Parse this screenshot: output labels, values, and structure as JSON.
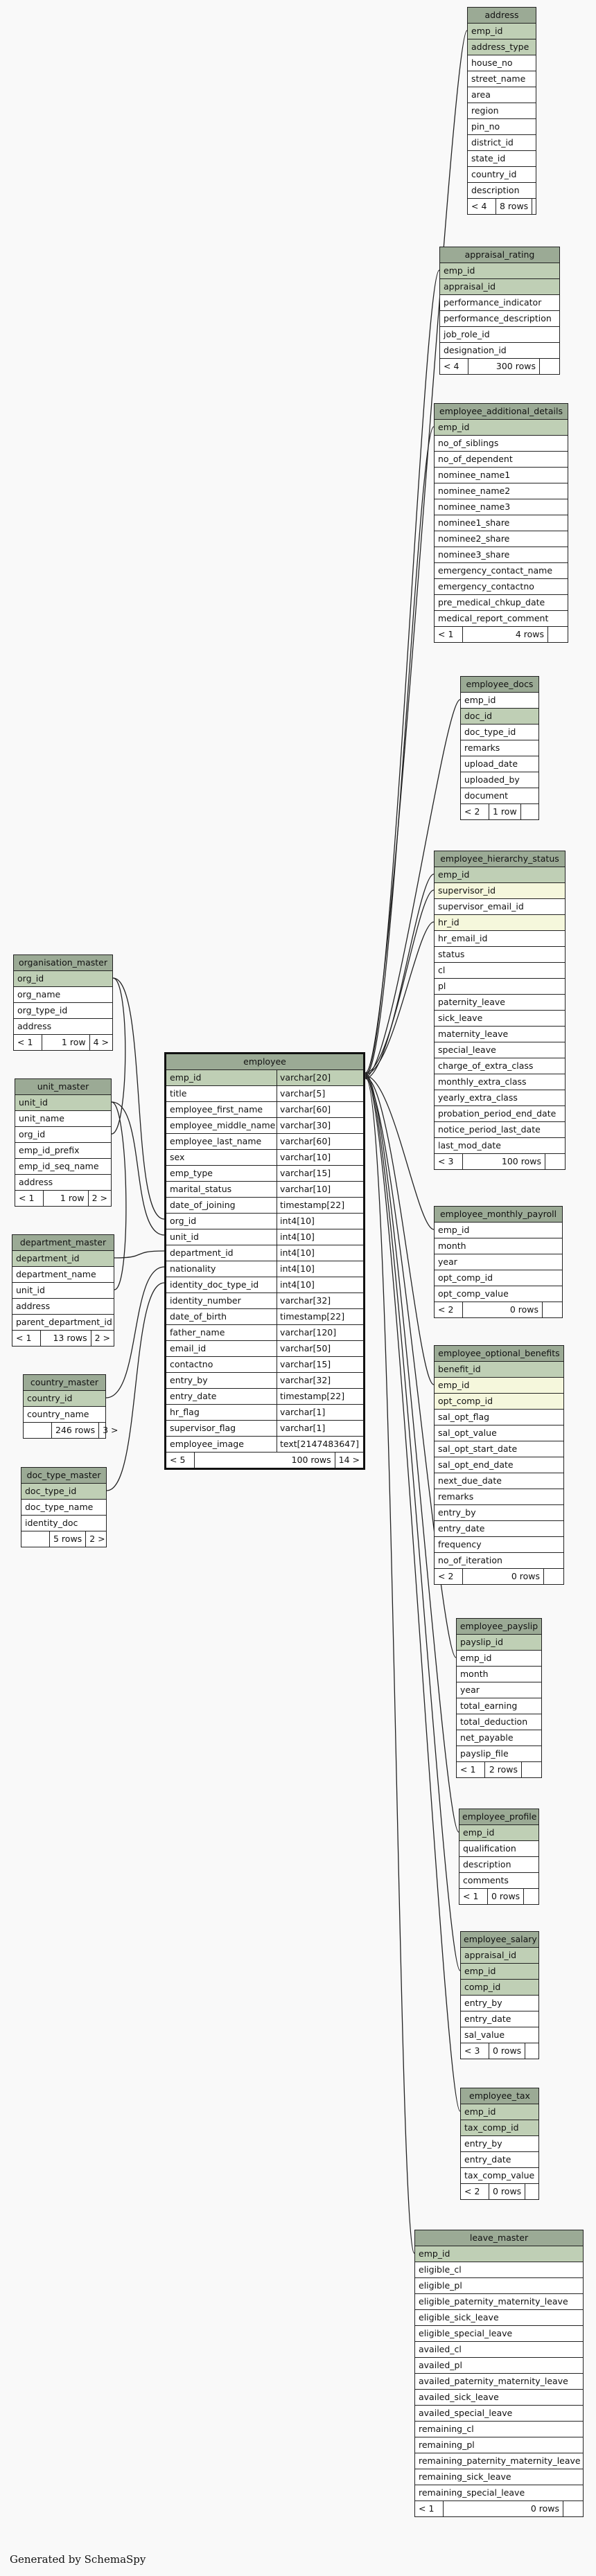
{
  "generated_by": "Generated by SchemaSpy",
  "tables": [
    {
      "id": "address",
      "name": "address",
      "columns": [
        {
          "n": "emp_id",
          "k": "pk"
        },
        {
          "n": "address_type",
          "k": "pk"
        },
        {
          "n": "house_no"
        },
        {
          "n": "street_name"
        },
        {
          "n": "area"
        },
        {
          "n": "region"
        },
        {
          "n": "pin_no"
        },
        {
          "n": "district_id"
        },
        {
          "n": "state_id"
        },
        {
          "n": "country_id"
        },
        {
          "n": "description"
        }
      ],
      "footer": [
        "< 4",
        "8 rows",
        ""
      ]
    },
    {
      "id": "appraisal_rating",
      "name": "appraisal_rating",
      "columns": [
        {
          "n": "emp_id",
          "k": "pk"
        },
        {
          "n": "appraisal_id",
          "k": "pk"
        },
        {
          "n": "performance_indicator"
        },
        {
          "n": "performance_description"
        },
        {
          "n": "job_role_id"
        },
        {
          "n": "designation_id"
        }
      ],
      "footer": [
        "< 4",
        "300 rows",
        ""
      ]
    },
    {
      "id": "employee_additional_details",
      "name": "employee_additional_details",
      "columns": [
        {
          "n": "emp_id",
          "k": "pk"
        },
        {
          "n": "no_of_siblings"
        },
        {
          "n": "no_of_dependent"
        },
        {
          "n": "nominee_name1"
        },
        {
          "n": "nominee_name2"
        },
        {
          "n": "nominee_name3"
        },
        {
          "n": "nominee1_share"
        },
        {
          "n": "nominee2_share"
        },
        {
          "n": "nominee3_share"
        },
        {
          "n": "emergency_contact_name"
        },
        {
          "n": "emergency_contactno"
        },
        {
          "n": "pre_medical_chkup_date"
        },
        {
          "n": "medical_report_comment"
        }
      ],
      "footer": [
        "< 1",
        "4 rows",
        ""
      ]
    },
    {
      "id": "employee_docs",
      "name": "employee_docs",
      "columns": [
        {
          "n": "emp_id"
        },
        {
          "n": "doc_id",
          "k": "pk"
        },
        {
          "n": "doc_type_id"
        },
        {
          "n": "remarks"
        },
        {
          "n": "upload_date"
        },
        {
          "n": "uploaded_by"
        },
        {
          "n": "document"
        }
      ],
      "footer": [
        "< 2",
        "1 row",
        ""
      ]
    },
    {
      "id": "employee_hierarchy_status",
      "name": "employee_hierarchy_status",
      "columns": [
        {
          "n": "emp_id",
          "k": "pk"
        },
        {
          "n": "supervisor_id",
          "k": "fk"
        },
        {
          "n": "supervisor_email_id"
        },
        {
          "n": "hr_id",
          "k": "fk"
        },
        {
          "n": "hr_email_id"
        },
        {
          "n": "status"
        },
        {
          "n": "cl"
        },
        {
          "n": "pl"
        },
        {
          "n": "paternity_leave"
        },
        {
          "n": "sick_leave"
        },
        {
          "n": "maternity_leave"
        },
        {
          "n": "special_leave"
        },
        {
          "n": "charge_of_extra_class"
        },
        {
          "n": "monthly_extra_class"
        },
        {
          "n": "yearly_extra_class"
        },
        {
          "n": "probation_period_end_date"
        },
        {
          "n": "notice_period_last_date"
        },
        {
          "n": "last_mod_date"
        }
      ],
      "footer": [
        "< 3",
        "100 rows",
        ""
      ]
    },
    {
      "id": "employee_monthly_payroll",
      "name": "employee_monthly_payroll",
      "columns": [
        {
          "n": "emp_id"
        },
        {
          "n": "month"
        },
        {
          "n": "year"
        },
        {
          "n": "opt_comp_id"
        },
        {
          "n": "opt_comp_value"
        }
      ],
      "footer": [
        "< 2",
        "0 rows",
        ""
      ]
    },
    {
      "id": "employee_optional_benefits",
      "name": "employee_optional_benefits",
      "columns": [
        {
          "n": "benefit_id",
          "k": "pk"
        },
        {
          "n": "emp_id",
          "k": "fk"
        },
        {
          "n": "opt_comp_id",
          "k": "fk"
        },
        {
          "n": "sal_opt_flag"
        },
        {
          "n": "sal_opt_value"
        },
        {
          "n": "sal_opt_start_date"
        },
        {
          "n": "sal_opt_end_date"
        },
        {
          "n": "next_due_date"
        },
        {
          "n": "remarks"
        },
        {
          "n": "entry_by"
        },
        {
          "n": "entry_date"
        },
        {
          "n": "frequency"
        },
        {
          "n": "no_of_iteration"
        }
      ],
      "footer": [
        "< 2",
        "0 rows",
        ""
      ]
    },
    {
      "id": "employee_payslip",
      "name": "employee_payslip",
      "columns": [
        {
          "n": "payslip_id",
          "k": "pk"
        },
        {
          "n": "emp_id"
        },
        {
          "n": "month"
        },
        {
          "n": "year"
        },
        {
          "n": "total_earning"
        },
        {
          "n": "total_deduction"
        },
        {
          "n": "net_payable"
        },
        {
          "n": "payslip_file"
        }
      ],
      "footer": [
        "< 1",
        "2 rows",
        ""
      ]
    },
    {
      "id": "employee_profile",
      "name": "employee_profile",
      "columns": [
        {
          "n": "emp_id",
          "k": "pk"
        },
        {
          "n": "qualification"
        },
        {
          "n": "description"
        },
        {
          "n": "comments"
        }
      ],
      "footer": [
        "< 1",
        "0 rows",
        ""
      ]
    },
    {
      "id": "employee_salary",
      "name": "employee_salary",
      "columns": [
        {
          "n": "appraisal_id",
          "k": "pk"
        },
        {
          "n": "emp_id",
          "k": "pk"
        },
        {
          "n": "comp_id",
          "k": "pk"
        },
        {
          "n": "entry_by"
        },
        {
          "n": "entry_date"
        },
        {
          "n": "sal_value"
        }
      ],
      "footer": [
        "< 3",
        "0 rows",
        ""
      ]
    },
    {
      "id": "employee_tax",
      "name": "employee_tax",
      "columns": [
        {
          "n": "emp_id",
          "k": "pk"
        },
        {
          "n": "tax_comp_id",
          "k": "pk"
        },
        {
          "n": "entry_by"
        },
        {
          "n": "entry_date"
        },
        {
          "n": "tax_comp_value"
        }
      ],
      "footer": [
        "< 2",
        "0 rows",
        ""
      ]
    },
    {
      "id": "leave_master",
      "name": "leave_master",
      "columns": [
        {
          "n": "emp_id",
          "k": "pk"
        },
        {
          "n": "eligible_cl"
        },
        {
          "n": "eligible_pl"
        },
        {
          "n": "eligible_paternity_maternity_leave"
        },
        {
          "n": "eligible_sick_leave"
        },
        {
          "n": "eligible_special_leave"
        },
        {
          "n": "availed_cl"
        },
        {
          "n": "availed_pl"
        },
        {
          "n": "availed_paternity_maternity_leave"
        },
        {
          "n": "availed_sick_leave"
        },
        {
          "n": "availed_special_leave"
        },
        {
          "n": "remaining_cl"
        },
        {
          "n": "remaining_pl"
        },
        {
          "n": "remaining_paternity_maternity_leave"
        },
        {
          "n": "remaining_sick_leave"
        },
        {
          "n": "remaining_special_leave"
        }
      ],
      "footer": [
        "< 1",
        "0 rows",
        ""
      ]
    },
    {
      "id": "employee",
      "name": "employee",
      "columns": [
        {
          "n": "emp_id",
          "k": "pk",
          "t": "varchar[20]"
        },
        {
          "n": "title",
          "t": "varchar[5]"
        },
        {
          "n": "employee_first_name",
          "t": "varchar[60]"
        },
        {
          "n": "employee_middle_name",
          "t": "varchar[30]"
        },
        {
          "n": "employee_last_name",
          "t": "varchar[60]"
        },
        {
          "n": "sex",
          "t": "varchar[10]"
        },
        {
          "n": "emp_type",
          "t": "varchar[15]"
        },
        {
          "n": "marital_status",
          "t": "varchar[10]"
        },
        {
          "n": "date_of_joining",
          "t": "timestamp[22]"
        },
        {
          "n": "org_id",
          "t": "int4[10]"
        },
        {
          "n": "unit_id",
          "t": "int4[10]"
        },
        {
          "n": "department_id",
          "t": "int4[10]"
        },
        {
          "n": "nationality",
          "t": "int4[10]"
        },
        {
          "n": "identity_doc_type_id",
          "t": "int4[10]"
        },
        {
          "n": "identity_number",
          "t": "varchar[32]"
        },
        {
          "n": "date_of_birth",
          "t": "timestamp[22]"
        },
        {
          "n": "father_name",
          "t": "varchar[120]"
        },
        {
          "n": "email_id",
          "t": "varchar[50]"
        },
        {
          "n": "contactno",
          "t": "varchar[15]"
        },
        {
          "n": "entry_by",
          "t": "varchar[32]"
        },
        {
          "n": "entry_date",
          "t": "timestamp[22]"
        },
        {
          "n": "hr_flag",
          "t": "varchar[1]"
        },
        {
          "n": "supervisor_flag",
          "t": "varchar[1]"
        },
        {
          "n": "employee_image",
          "t": "text[2147483647]"
        }
      ],
      "footer": [
        "< 5",
        "100 rows",
        "14 >"
      ]
    },
    {
      "id": "organisation_master",
      "name": "organisation_master",
      "columns": [
        {
          "n": "org_id",
          "k": "pk"
        },
        {
          "n": "org_name"
        },
        {
          "n": "org_type_id"
        },
        {
          "n": "address"
        }
      ],
      "footer": [
        "< 1",
        "1 row",
        "4 >"
      ]
    },
    {
      "id": "unit_master",
      "name": "unit_master",
      "columns": [
        {
          "n": "unit_id",
          "k": "pk"
        },
        {
          "n": "unit_name"
        },
        {
          "n": "org_id"
        },
        {
          "n": "emp_id_prefix"
        },
        {
          "n": "emp_id_seq_name"
        },
        {
          "n": "address"
        }
      ],
      "footer": [
        "< 1",
        "1 row",
        "2 >"
      ]
    },
    {
      "id": "department_master",
      "name": "department_master",
      "columns": [
        {
          "n": "department_id",
          "k": "pk"
        },
        {
          "n": "department_name"
        },
        {
          "n": "unit_id"
        },
        {
          "n": "address"
        },
        {
          "n": "parent_department_id"
        }
      ],
      "footer": [
        "< 1",
        "13 rows",
        "2 >"
      ]
    },
    {
      "id": "country_master",
      "name": "country_master",
      "columns": [
        {
          "n": "country_id",
          "k": "pk"
        },
        {
          "n": "country_name"
        }
      ],
      "footer": [
        "",
        "246 rows",
        "3 >"
      ]
    },
    {
      "id": "doc_type_master",
      "name": "doc_type_master",
      "columns": [
        {
          "n": "doc_type_id",
          "k": "pk"
        },
        {
          "n": "doc_type_name"
        },
        {
          "n": "identity_doc"
        }
      ],
      "footer": [
        "",
        "5 rows",
        "2 >"
      ]
    }
  ]
}
